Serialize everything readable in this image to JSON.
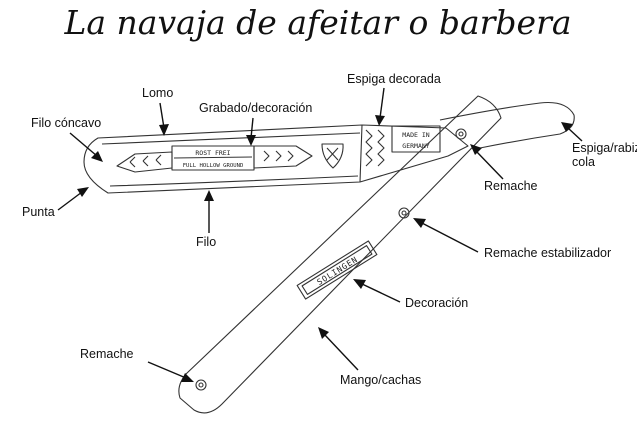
{
  "title": "La navaja de afeitar o barbera",
  "labels": {
    "lomo": "Lomo",
    "grabado": "Grabado/decoración",
    "espiga_decorada": "Espiga decorada",
    "filo_concavo": "Filo cóncavo",
    "espiga_cola_1": "Espiga/rabiza",
    "espiga_cola_2": "cola",
    "remache_top": "Remache",
    "punta": "Punta",
    "filo": "Filo",
    "remache_estabilizador": "Remache estabilizador",
    "decoracion": "Decoración",
    "remache_bottom": "Remache",
    "mango": "Mango/cachas"
  },
  "blade_text": {
    "rostfrei": "ROST FREI",
    "full_hollow": "FULL HOLLOW GROUND",
    "made_in": "MADE IN",
    "germany": "GERMANY"
  },
  "handle_text": {
    "solingen": "SOLINGEN"
  }
}
